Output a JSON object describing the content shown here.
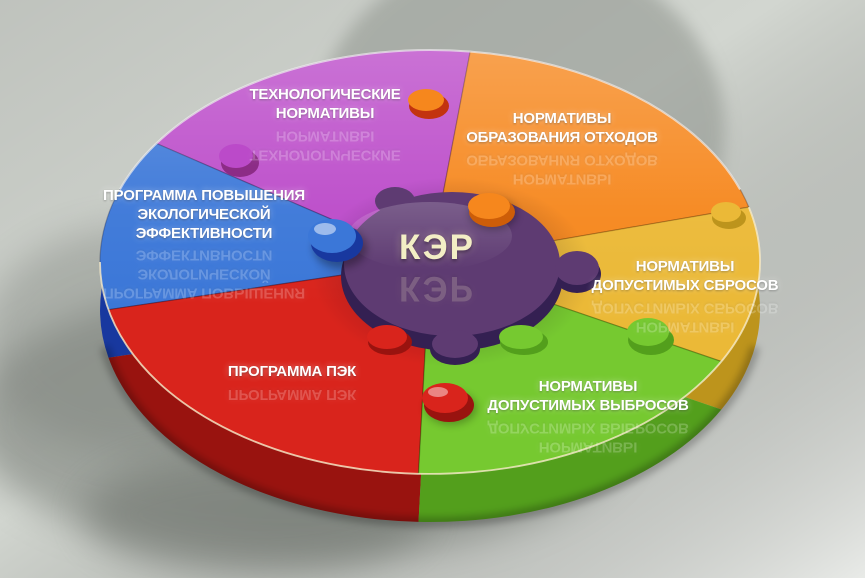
{
  "background": {
    "color": "#d2d6d0"
  },
  "center": {
    "label": "КЭР",
    "color": "#5e3b72",
    "side_color": "#342052",
    "text_color": "#f3eec5"
  },
  "pieces": {
    "magenta": {
      "lines": [
        "ТЕХНОЛОГИЧЕСКИЕ",
        "НОРМАТИВЫ"
      ],
      "color": "#bb4ac9",
      "side_color": "#8c2c86"
    },
    "orange": {
      "lines": [
        "НОРМАТИВЫ",
        "ОБРАЗОВАНИЯ ОТХОДОВ"
      ],
      "color": "#f6871d",
      "side_color": "#cd5d08"
    },
    "yellow": {
      "lines": [
        "НОРМАТИВЫ",
        "ДОПУСТИМЫХ СБРОСОВ"
      ],
      "color": "#ebb937",
      "side_color": "#bd941c"
    },
    "green": {
      "lines": [
        "НОРМАТИВЫ",
        "ДОПУСТИМЫХ ВЫБРОСОВ"
      ],
      "color": "#76c930",
      "side_color": "#539f1c"
    },
    "red": {
      "lines": [
        "ПРОГРАММА ПЭК"
      ],
      "color": "#d9241c",
      "side_color": "#99130f"
    },
    "blue": {
      "lines": [
        "ПРОГРАММА ПОВЫШЕНИЯ",
        "ЭКОЛОГИЧЕСКОЙ",
        "ЭФФЕКТИВНОСТИ"
      ],
      "color": "#3b77d8",
      "side_color": "#18389f"
    }
  }
}
